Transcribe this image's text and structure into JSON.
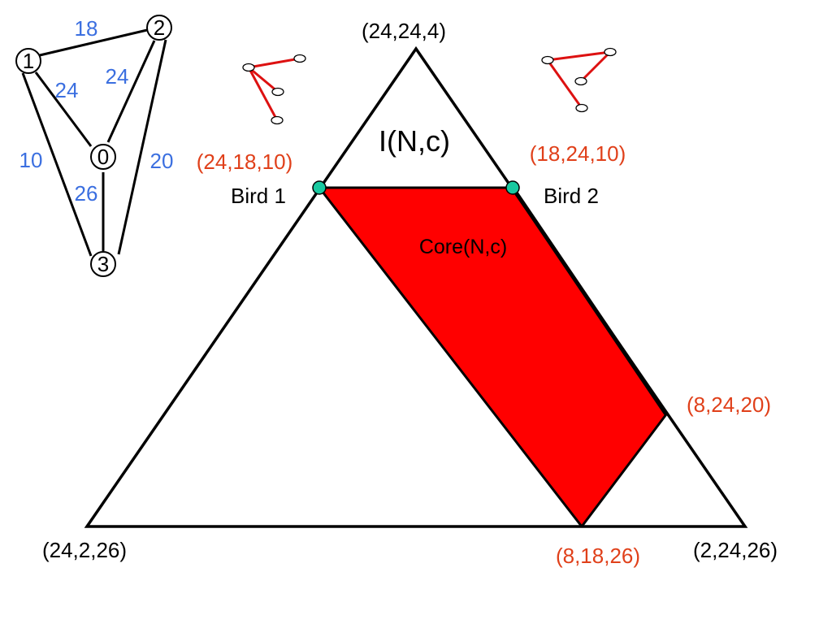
{
  "colors": {
    "edge_weight": "#3b6fe0",
    "highlight": "#e0401a",
    "core_fill": "#ff0000",
    "bird_point": "#19c9a0",
    "tree_edge": "#dd1111",
    "outline": "#000000"
  },
  "graph": {
    "nodes": {
      "n0": "0",
      "n1": "1",
      "n2": "2",
      "n3": "3"
    },
    "weights": {
      "w12": "18",
      "w10": "24",
      "w20": "24",
      "w13": "10",
      "w23": "20",
      "w03": "26"
    }
  },
  "triangle": {
    "top": "(24,24,4)",
    "bottom_left": "(24,2,26)",
    "bottom_right": "(2,24,26)"
  },
  "region": {
    "imputation": "I(N,c)",
    "core": "Core(N,c)"
  },
  "core_vertices": {
    "v1": "(24,18,10)",
    "v2": "(18,24,10)",
    "v3": "(8,24,20)",
    "v4": "(8,18,26)"
  },
  "birds": {
    "bird1": "Bird 1",
    "bird2": "Bird 2"
  },
  "icons": [
    "spanning-tree-icon",
    "spanning-tree-icon"
  ]
}
